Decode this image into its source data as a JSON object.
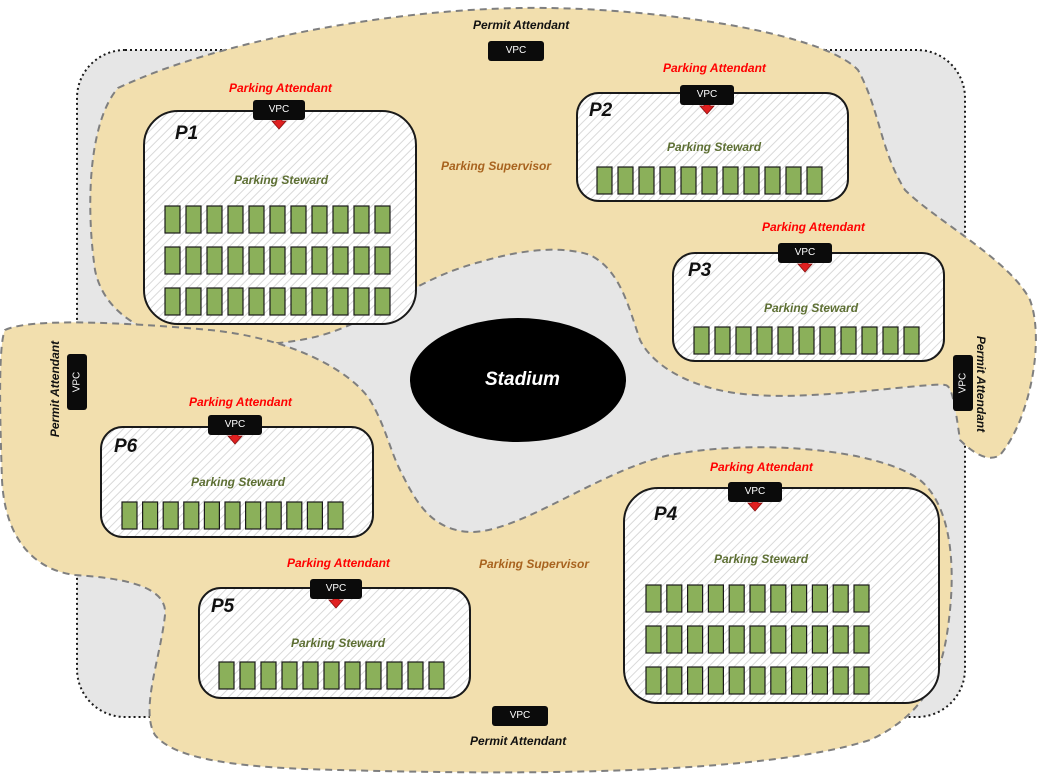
{
  "permit_attendant_label": "Permit Attendant",
  "vpc_label": "VPC",
  "parking_attendant_label": "Parking Attendant",
  "parking_supervisor_label": "Parking Supervisor",
  "parking_steward_label": "Parking Steward",
  "stadium_label": "Stadium",
  "lots": [
    "P1",
    "P2",
    "P3",
    "P4",
    "P5",
    "P6"
  ],
  "colors": {
    "zone_fill": "#f2dfae",
    "perimeter_fill": "#e6e6e6",
    "space_fill": "#8bb05a",
    "arrow": "#e02020",
    "attendant_text": "#ff0000",
    "supervisor_text": "#a8631f",
    "steward_text": "#5d6f33"
  }
}
